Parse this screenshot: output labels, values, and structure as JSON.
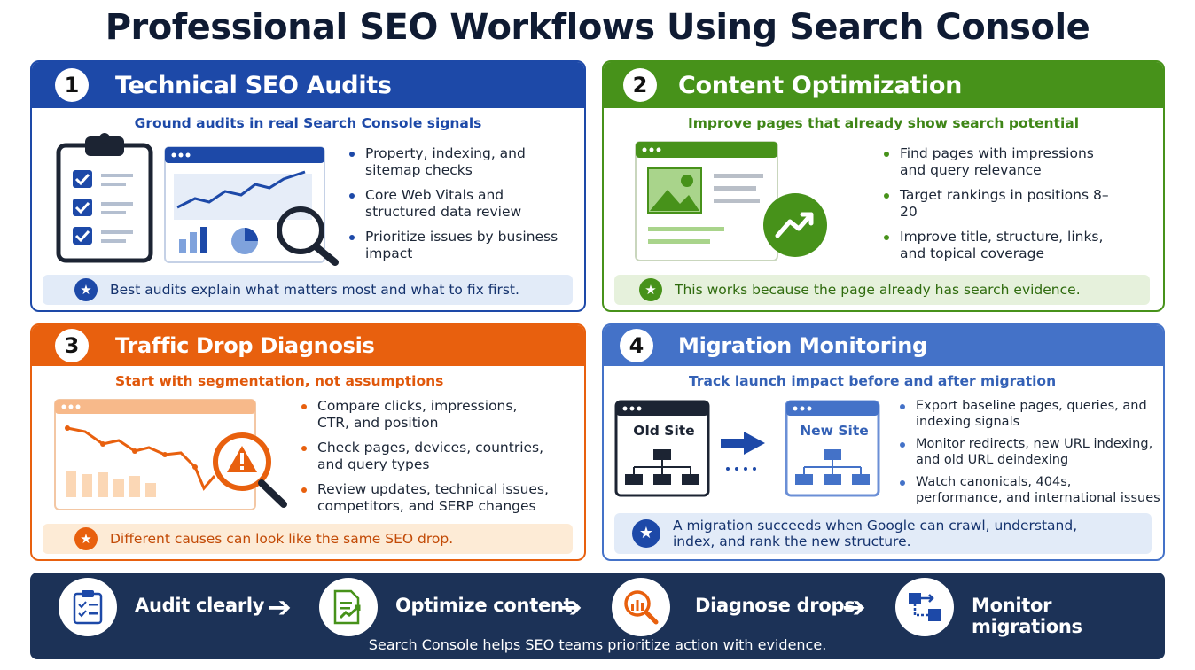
{
  "title": "Professional SEO Workflows Using Search Console",
  "colors": {
    "blue": "#1d49a8",
    "green": "#47921a",
    "orange": "#e8600e",
    "lightblue": "#4472c8",
    "navy": "#1c3257"
  },
  "cards": [
    {
      "number": "1",
      "title": "Technical SEO Audits",
      "subtitle": "Ground audits in real Search Console signals",
      "bullets": [
        "Property, indexing, and sitemap checks",
        "Core Web Vitals and structured data review",
        "Prioritize issues by business impact"
      ],
      "callout": "Best audits explain what matters most and what to fix first."
    },
    {
      "number": "2",
      "title": "Content Optimization",
      "subtitle": "Improve pages that already show search potential",
      "bullets": [
        "Find pages with impressions and query relevance",
        "Target rankings in positions 8–20",
        "Improve title, structure, links, and topical coverage"
      ],
      "callout": "This works because the page already has search evidence."
    },
    {
      "number": "3",
      "title": "Traffic Drop Diagnosis",
      "subtitle": "Start with segmentation, not assumptions",
      "bullets": [
        "Compare clicks, impressions, CTR, and position",
        "Check pages, devices, countries, and query types",
        "Review updates, technical issues, competitors, and SERP changes"
      ],
      "callout": "Different causes can look like the same SEO drop."
    },
    {
      "number": "4",
      "title": "Migration Monitoring",
      "subtitle": "Track launch impact before and after migration",
      "bullets": [
        "Export baseline pages, queries, and indexing signals",
        "Monitor redirects, new URL indexing, and old URL deindexing",
        "Watch canonicals, 404s, performance, and international issues"
      ],
      "callout_line1": "A migration succeeds when Google can crawl, understand,",
      "callout_line2": "index, and rank the new structure.",
      "old_site": "Old Site",
      "new_site": "New Site"
    }
  ],
  "footer": {
    "steps": [
      {
        "label": "Audit clearly",
        "icon": "clipboard-checklist-icon"
      },
      {
        "label": "Optimize content",
        "icon": "document-chart-icon"
      },
      {
        "label": "Diagnose drops",
        "icon": "magnifier-chart-icon"
      },
      {
        "label": "Monitor migrations",
        "icon": "migration-flow-icon"
      }
    ],
    "note": "Search Console helps SEO teams prioritize action with evidence."
  }
}
